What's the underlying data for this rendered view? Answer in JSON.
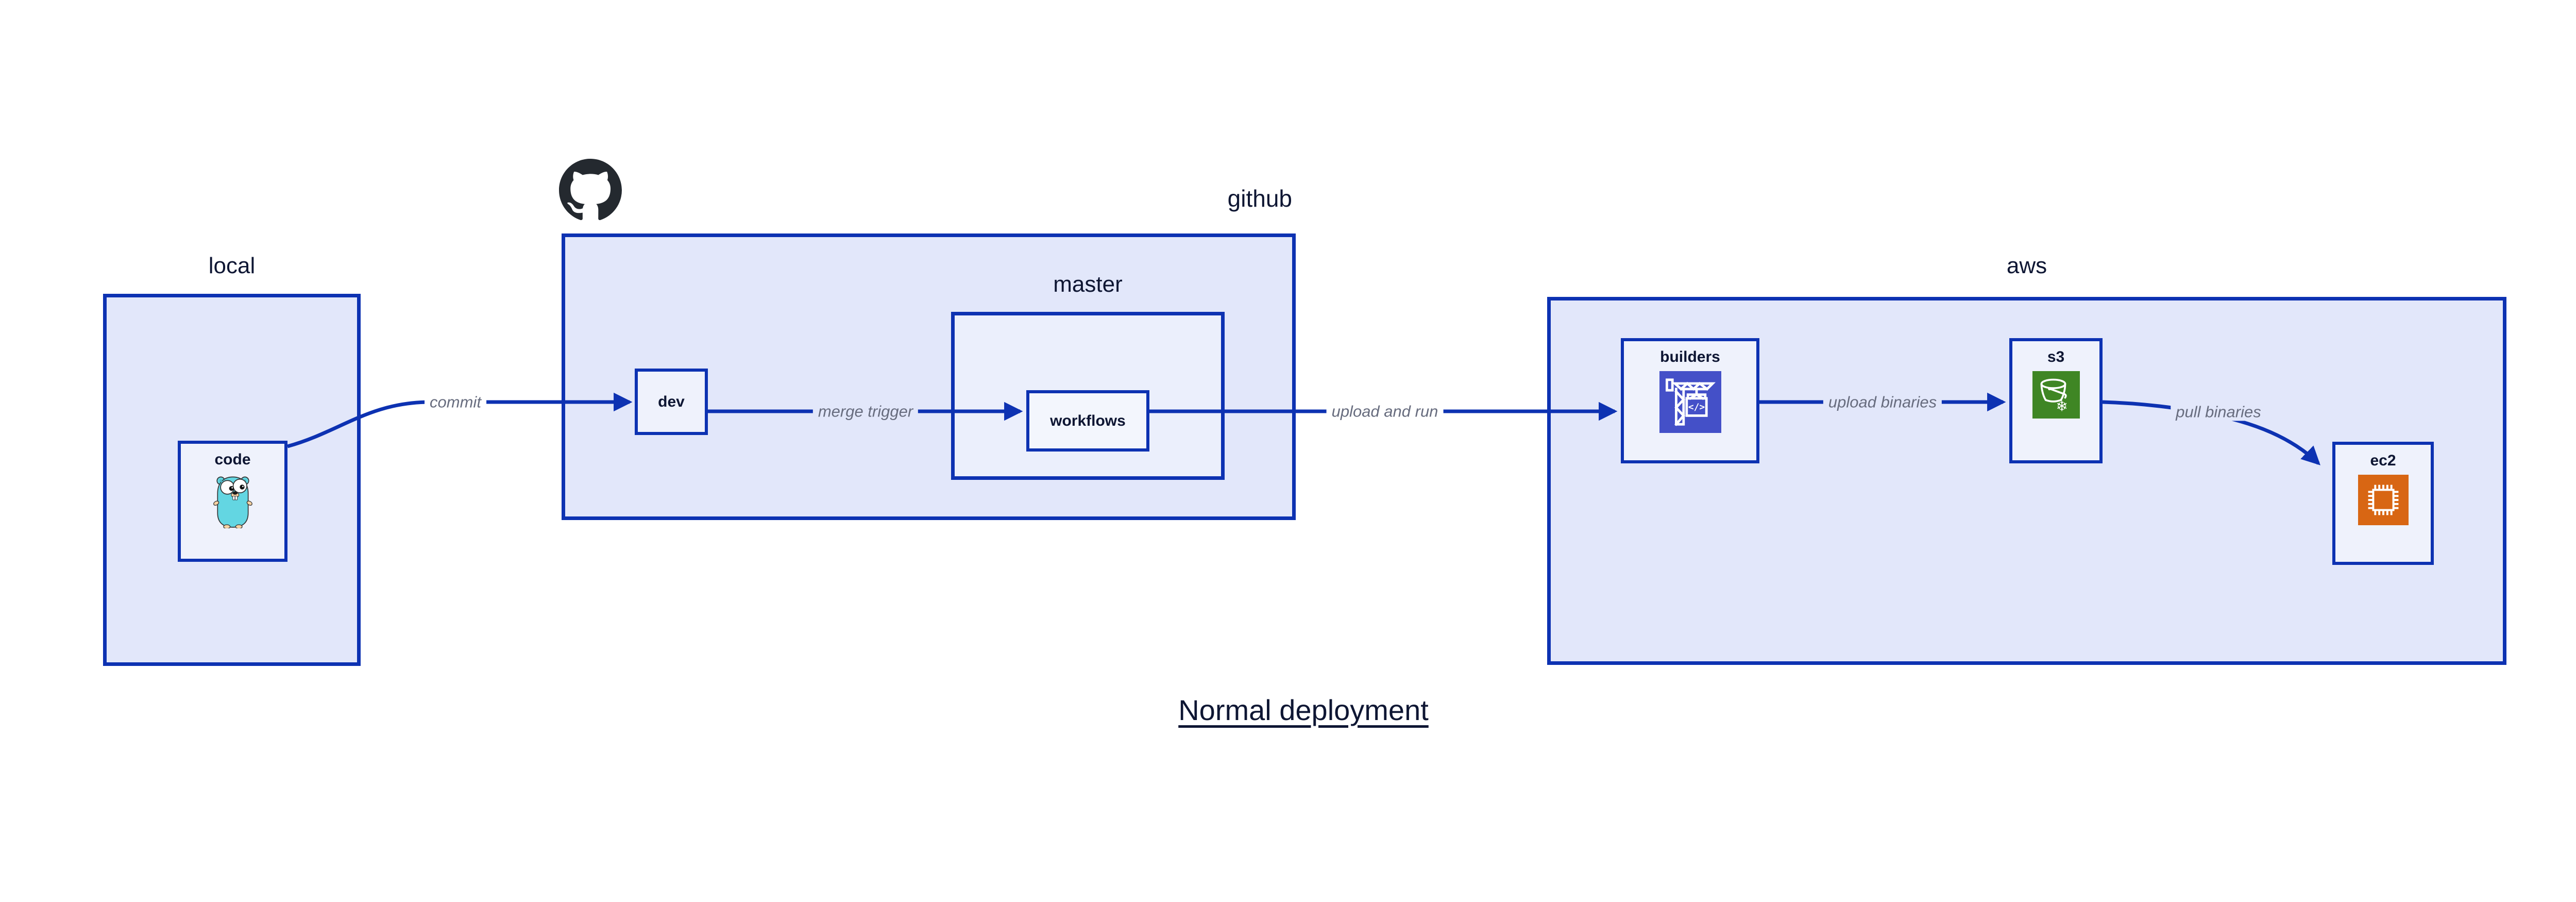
{
  "title": "Normal deployment",
  "colors": {
    "stroke_blue": "#0D32B2",
    "container_fill": "#E2E7FA",
    "nested_container_fill": "#EBEFFC",
    "leaf_fill": "#EFF2FC",
    "text_navy": "#0E1633",
    "edge_label_gray": "#676C7E",
    "github_logo_black": "#24292F",
    "gopher_cyan": "#63D6E2",
    "codebuild_indigo": "#4450C8",
    "s3_green": "#3F8624",
    "ec2_orange": "#D86613"
  },
  "containers": {
    "local": {
      "label": "local"
    },
    "github": {
      "label": "github",
      "logo_icon": "github-octocat-icon"
    },
    "master": {
      "label": "master"
    },
    "aws": {
      "label": "aws"
    }
  },
  "nodes": {
    "code": {
      "label": "code",
      "icon": "go-gopher-icon"
    },
    "dev": {
      "label": "dev"
    },
    "workflows": {
      "label": "workflows"
    },
    "builders": {
      "label": "builders",
      "icon": "codebuild-crane-icon"
    },
    "s3": {
      "label": "s3",
      "icon": "s3-glacier-bucket-icon"
    },
    "ec2": {
      "label": "ec2",
      "icon": "ec2-chip-icon"
    }
  },
  "edges": {
    "commit": {
      "label": "commit",
      "from": "code",
      "to": "dev"
    },
    "merge_trigger": {
      "label": "merge trigger",
      "from": "dev",
      "to": "workflows"
    },
    "upload_and_run": {
      "label": "upload and run",
      "from": "workflows",
      "to": "builders"
    },
    "upload_binaries": {
      "label": "upload binaries",
      "from": "builders",
      "to": "s3"
    },
    "pull_binaries": {
      "label": "pull binaries",
      "from": "s3",
      "to": "ec2"
    }
  }
}
